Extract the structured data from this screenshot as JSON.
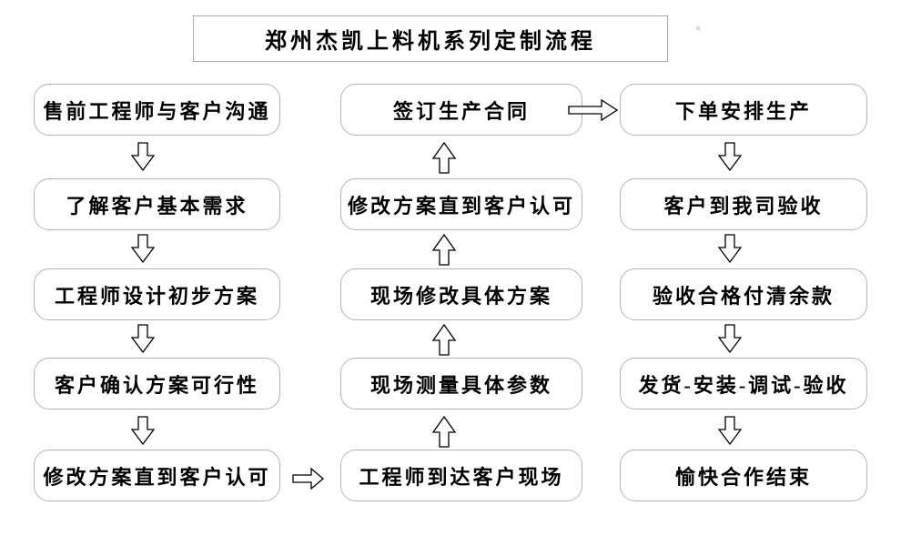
{
  "title": "郑州杰凯上料机系列定制流程",
  "columns": [
    {
      "name": "pre-sale-phase",
      "flow_direction": "down",
      "steps": [
        "售前工程师与客户沟通",
        "了解客户基本需求",
        "工程师设计初步方案",
        "客户确认方案可行性",
        "修改方案直到客户认可"
      ]
    },
    {
      "name": "on-site-phase",
      "flow_direction": "up",
      "steps": [
        "签订生产合同",
        "修改方案直到客户认可",
        "现场修改具体方案",
        "现场测量具体参数",
        "工程师到达客户现场"
      ]
    },
    {
      "name": "production-delivery-phase",
      "flow_direction": "down",
      "steps": [
        "下单安排生产",
        "客户到我司验收",
        "验收合格付清余款",
        "发货-安装-调试-验收",
        "愉快合作结束"
      ]
    }
  ],
  "connectors": {
    "left_column_arrows": "down-arrow",
    "middle_column_arrows": "up-arrow",
    "right_column_arrows": "down-arrow",
    "left_to_middle": "right-arrow",
    "middle_to_right": "right-arrow"
  },
  "colors": {
    "background": "#ffffff",
    "box_border": "#b5b5b5",
    "box_fill": "#ffffff",
    "text": "#000000",
    "arrow_stroke": "#000000",
    "arrow_fill": "#ffffff"
  }
}
